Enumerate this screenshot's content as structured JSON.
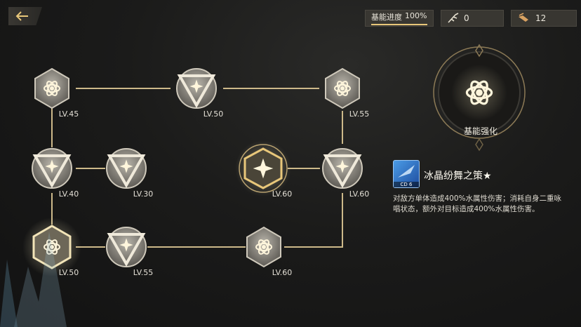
{
  "topbar": {
    "progress_label": "基能进度",
    "progress_value": "100%",
    "progress_fraction": 1.0,
    "item1": {
      "icon": "feather-quill-icon",
      "count": "0"
    },
    "item2": {
      "icon": "crystal-shard-icon",
      "count": "12"
    }
  },
  "nodes": [
    {
      "id": "n45",
      "level": "LV.45",
      "type": "hexagon"
    },
    {
      "id": "n50a",
      "level": "LV.50",
      "type": "triangle"
    },
    {
      "id": "n55a",
      "level": "LV.55",
      "type": "hexagon"
    },
    {
      "id": "n40",
      "level": "LV.40",
      "type": "triangle"
    },
    {
      "id": "n30",
      "level": "LV.30",
      "type": "triangle"
    },
    {
      "id": "n60a",
      "level": "LV.60",
      "type": "star"
    },
    {
      "id": "n60b",
      "level": "LV.60",
      "type": "triangle"
    },
    {
      "id": "n50b",
      "level": "LV.50",
      "type": "hexagon-active"
    },
    {
      "id": "n55b",
      "level": "LV.55",
      "type": "triangle"
    },
    {
      "id": "n60c",
      "level": "LV.60",
      "type": "hexagon"
    }
  ],
  "detail": {
    "title": "基能强化",
    "skill_cd": "CD 6",
    "skill_name": "冰晶纷舞之策★",
    "skill_desc": "对敌方单体造成400%水属性伤害；消耗自身二重咏唱状态，额外对目标造成400%水属性伤害。"
  },
  "colors": {
    "accent": "#e8c77a",
    "line": "#cdb98a"
  }
}
